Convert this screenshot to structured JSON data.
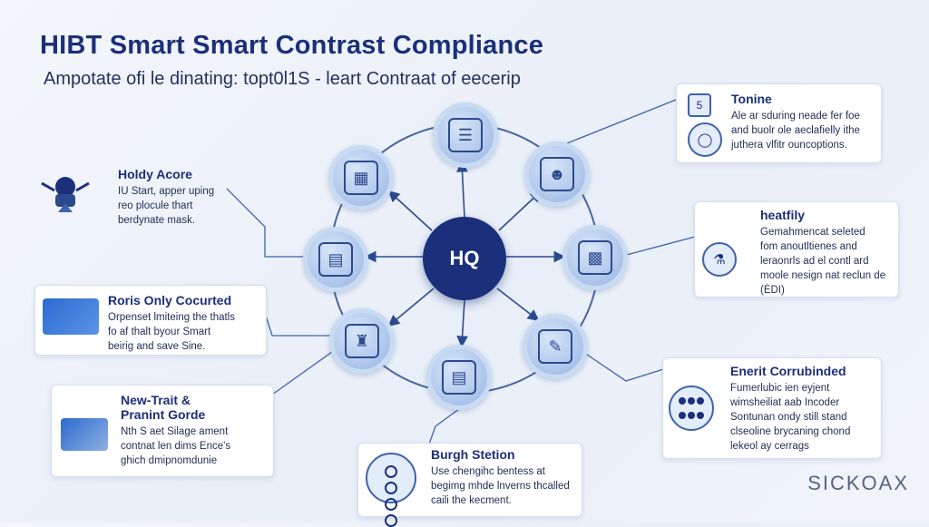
{
  "header": {
    "title": "HIBT Smart Smart Contrast Compliance",
    "subtitle": "Ampotate ofi le dinating: topt0l1S - leart Contraat of eecerip"
  },
  "hub": {
    "label": "HQ",
    "icon": "magnifier-icon"
  },
  "nodes": [
    {
      "id": "top",
      "icon": "clipboard-icon"
    },
    {
      "id": "upper-left",
      "icon": "document-grid-icon"
    },
    {
      "id": "upper-right",
      "icon": "person-desk-icon"
    },
    {
      "id": "left",
      "icon": "report-icon"
    },
    {
      "id": "right",
      "icon": "device-icon"
    },
    {
      "id": "lower-left",
      "icon": "building-icon"
    },
    {
      "id": "lower-right",
      "icon": "pen-icon"
    },
    {
      "id": "bottom",
      "icon": "server-icon"
    }
  ],
  "cards": {
    "holdy": {
      "title": "Holdy Acore",
      "text": [
        "IU Start, apper uping",
        "reo plocule thart",
        "berdynate mask."
      ]
    },
    "roris": {
      "title": "Roris Only Cocurted",
      "text": [
        "Orpenset lmiteing the thatls",
        "fo af thalt byour Smart",
        "beirig and save Sine."
      ]
    },
    "newtrait": {
      "title_line1": "New-Trait &",
      "title_line2": "Pranint Gorde",
      "text": [
        "Nth S aet Silage ament",
        "contnat len dims Ence's",
        "ghich dmipnomdunie"
      ]
    },
    "tonine": {
      "badge": "5",
      "title": "Tonine",
      "text": [
        "Ale ar sduring neade fer foe",
        "and buolr ole aeclafielly ithe",
        "juthera vlfitr ouncoptions."
      ]
    },
    "heatfily": {
      "title": "heatfily",
      "text": [
        "Gemahmencat seleted",
        "fom anoutltienes and",
        "leraonrls ad el contl ard",
        "moole nesign nat reclun de",
        "(ĖDI)"
      ]
    },
    "enerit": {
      "title": "Enerit Corrubinded",
      "text": [
        "Fumerlubic ien eyjent",
        "wimsheiliat aab Incoder",
        "Sontunan ondy still stand",
        "clseoline brycaning chond",
        "lekeol ay cerrags"
      ]
    },
    "burgh": {
      "title": "Burgh Stetion",
      "text": [
        "Use chengihc bentess at",
        "begimg mhde lnverns thcalled",
        "caili the kecment."
      ]
    }
  },
  "brand": "SICKOAX"
}
